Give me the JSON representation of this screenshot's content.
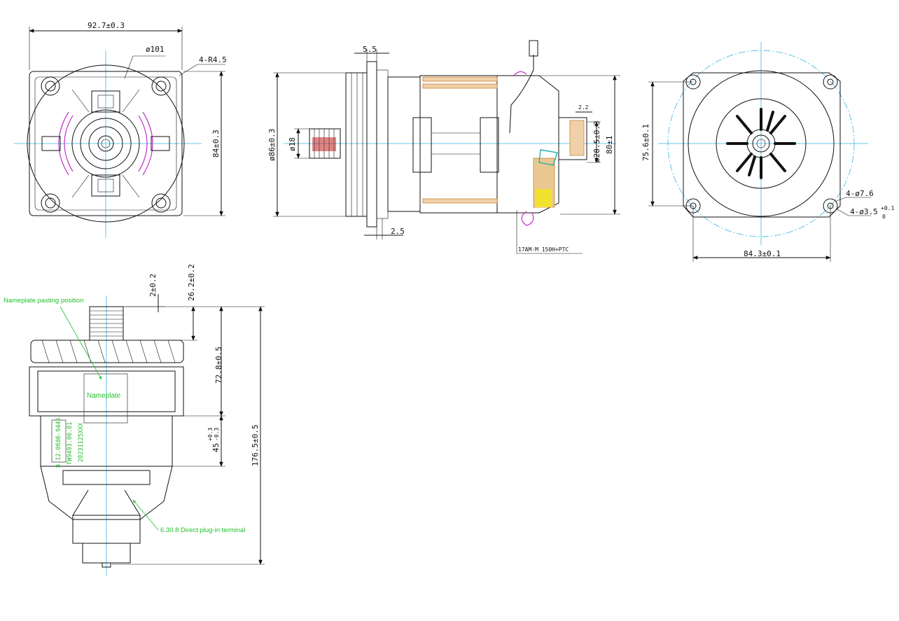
{
  "dimensions": {
    "top_left": {
      "width": "92.7±0.3",
      "circle_dia": "ø101",
      "corner_radius": "4-R4.5",
      "height": "84±0.3"
    },
    "side": {
      "flange": "5.5",
      "body_dia": "ø86±0.3",
      "shaft_dia": "ø18",
      "bottom_step": "2.5",
      "terminal_step": "2.2",
      "housing_dia": "ø28.5±0.3",
      "overall_height": "80±1",
      "thermal_label": "17AM-M 150H+PTC"
    },
    "end_view": {
      "height": "75.6±0.1",
      "holes_large": "4-ø7.6",
      "holes_small": "4-ø3.5",
      "holes_small_tol": "+0.1",
      "holes_small_tol2": "0",
      "width": "84.3±0.1"
    },
    "front": {
      "gear_gap": "2±0.2",
      "gear_height": "26.2±0.2",
      "body_height": "72.8±0.5",
      "lower_height": "45",
      "lower_tol_plus": "+0.3",
      "lower_tol_minus": "-0.3",
      "total_height": "176.5±0.5"
    }
  },
  "annotations": {
    "nameplate_position": "Nameplate pasting position",
    "nameplate": "Nameplate",
    "terminal": "6.30.8 Direct plug-in terminal"
  },
  "nameplate_marking": {
    "line1": "8.12.0686-9445",
    "line2": "TW9493.00.01",
    "line3": "20231125XXX"
  },
  "colors": {
    "centerline": "#38b6e8",
    "winding": "#c030c8",
    "annotation": "#22c02a",
    "copper": "#c8863a",
    "insulator": "#f2e230"
  }
}
